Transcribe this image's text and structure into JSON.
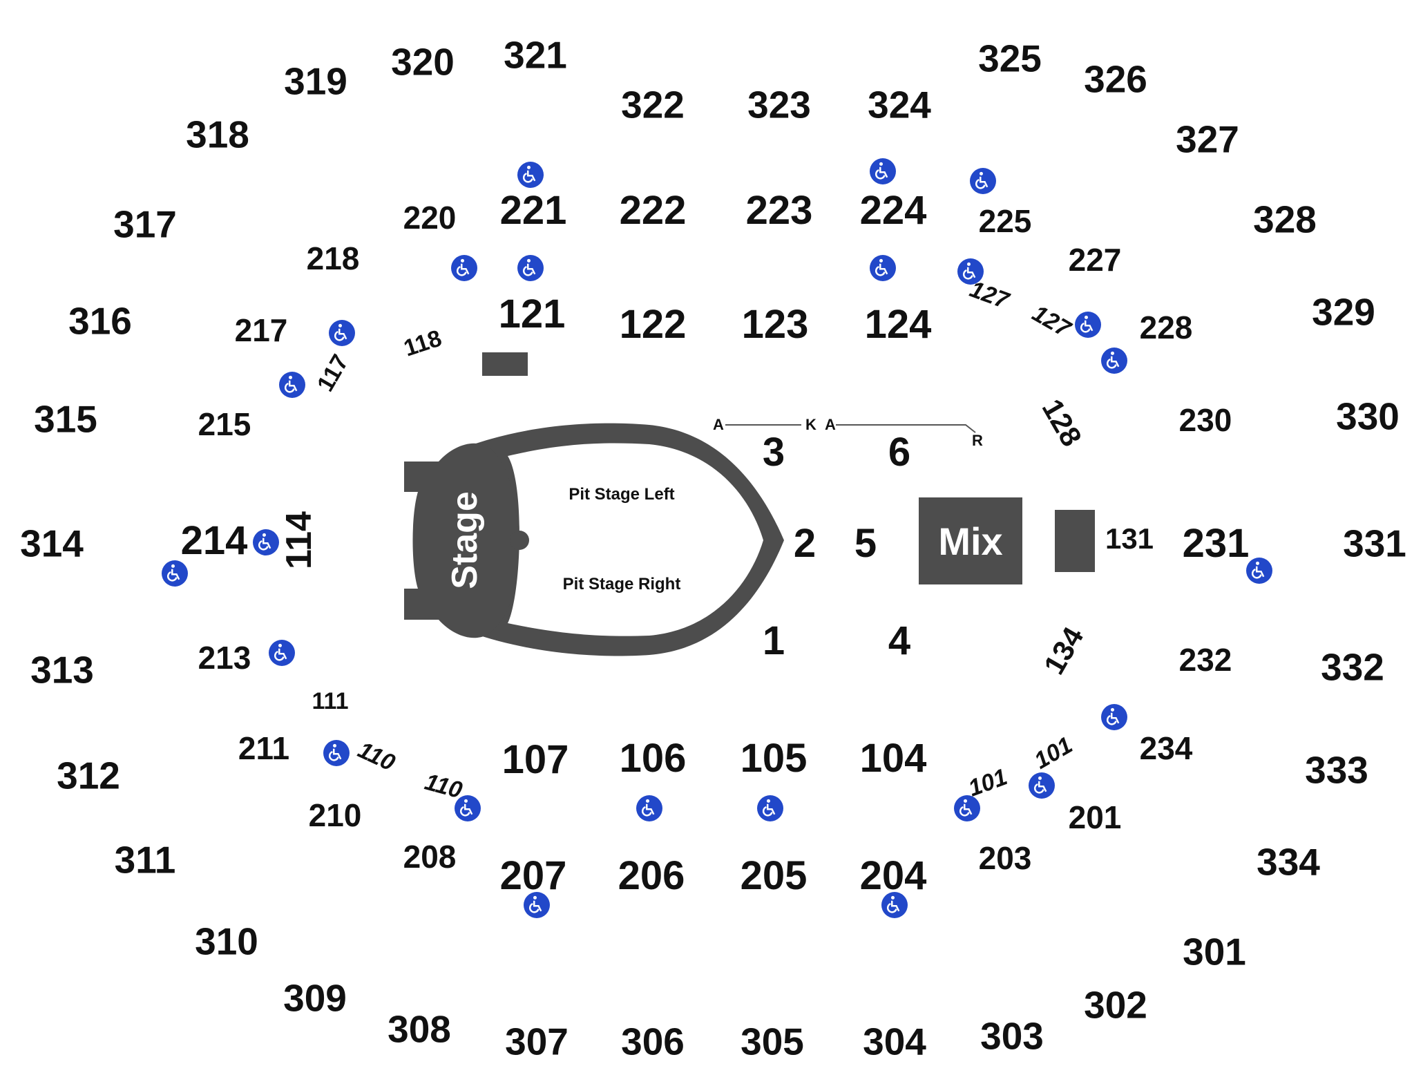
{
  "colors": {
    "stage": "#4d4d4d",
    "ada": "#2248c9",
    "text": "#111111"
  },
  "stage": {
    "label": "Stage"
  },
  "pit": {
    "left": "Pit Stage Left",
    "right": "Pit Stage Right"
  },
  "mix": {
    "label": "Mix"
  },
  "row_labels": {
    "a1": "A",
    "k": "K",
    "a2": "A",
    "r": "R"
  },
  "floor": {
    "f1": "1",
    "f2": "2",
    "f3": "3",
    "f4": "4",
    "f5": "5",
    "f6": "6"
  },
  "sections_300": {
    "s301": "301",
    "s302": "302",
    "s303": "303",
    "s304": "304",
    "s305": "305",
    "s306": "306",
    "s307": "307",
    "s308": "308",
    "s309": "309",
    "s310": "310",
    "s311": "311",
    "s312": "312",
    "s313": "313",
    "s314": "314",
    "s315": "315",
    "s316": "316",
    "s317": "317",
    "s318": "318",
    "s319": "319",
    "s320": "320",
    "s321": "321",
    "s322": "322",
    "s323": "323",
    "s324": "324",
    "s325": "325",
    "s326": "326",
    "s327": "327",
    "s328": "328",
    "s329": "329",
    "s330": "330",
    "s331": "331",
    "s332": "332",
    "s333": "333",
    "s334": "334"
  },
  "sections_200": {
    "s201": "201",
    "s203": "203",
    "s204": "204",
    "s205": "205",
    "s206": "206",
    "s207": "207",
    "s208": "208",
    "s210": "210",
    "s211": "211",
    "s213": "213",
    "s214": "214",
    "s215": "215",
    "s217": "217",
    "s218": "218",
    "s220": "220",
    "s221": "221",
    "s222": "222",
    "s223": "223",
    "s224": "224",
    "s225": "225",
    "s227": "227",
    "s228": "228",
    "s230": "230",
    "s231": "231",
    "s232": "232",
    "s234": "234"
  },
  "sections_100": {
    "s101a": "101",
    "s101b": "101",
    "s104": "104",
    "s105": "105",
    "s106": "106",
    "s107": "107",
    "s110a": "110",
    "s110b": "110",
    "s111": "111",
    "s114": "114",
    "s117": "117",
    "s118": "118",
    "s121": "121",
    "s122": "122",
    "s123": "123",
    "s124": "124",
    "s127a": "127",
    "s127b": "127",
    "s128": "128",
    "s131": "131",
    "s134": "134"
  },
  "icons": {
    "accessible": "wheelchair-accessible-icon"
  }
}
